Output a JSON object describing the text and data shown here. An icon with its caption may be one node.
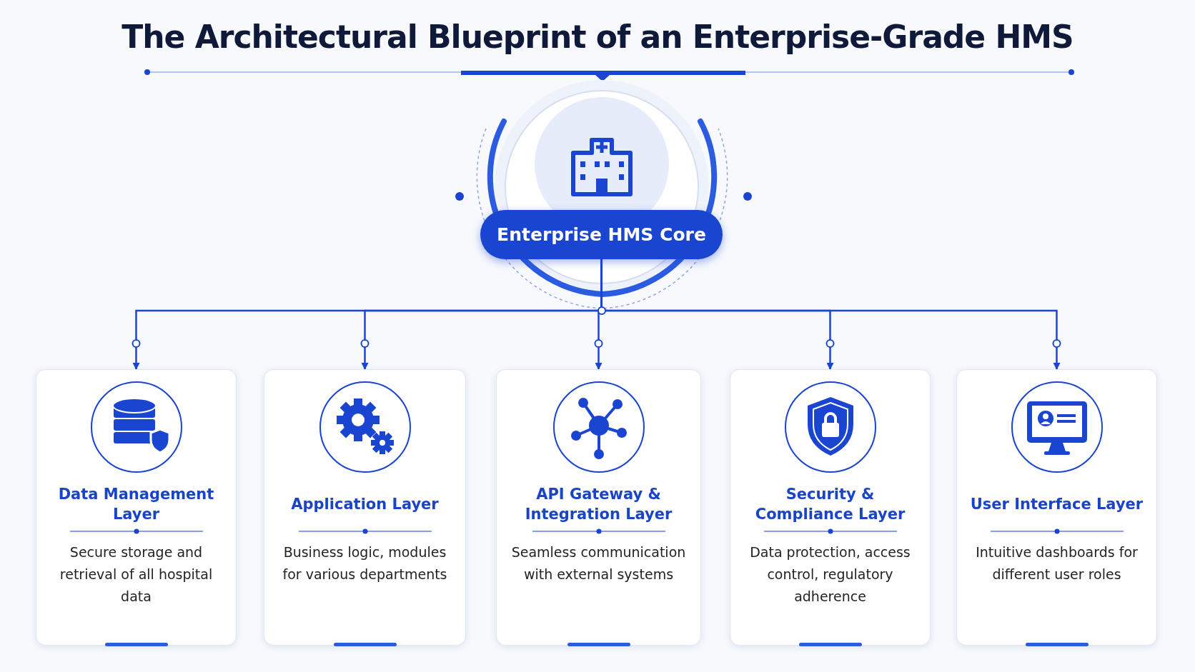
{
  "diagram": {
    "title": "The Architectural Blueprint of an **Enterprise-Grade HMS**",
    "nodes": [
      {
        "text": [
          "Enterprise HMS Core"
        ]
      },
      {
        "text": [
          "Data Management Layer",
          "Secure storage and retrieval of all hospital data"
        ]
      },
      {
        "text": [
          "Application Layer",
          "Business logic, modules for various departments"
        ]
      },
      {
        "text": [
          "API Gateway & Integration Layer",
          "Seamless communication with external systems"
        ]
      },
      {
        "text": [
          "Security & Compliance Layer",
          "Data protection, access control, regulatory adherence"
        ]
      },
      {
        "text": [
          "User Interface Layer",
          "Intuitive dashboards for different user roles"
        ]
      }
    ],
    "edges": [
      {
        "from": 0,
        "to": 1,
        "arrow": "to"
      },
      {
        "from": 0,
        "to": 2,
        "arrow": "to"
      },
      {
        "from": 0,
        "to": 3,
        "arrow": "to"
      },
      {
        "from": 0,
        "to": 4,
        "arrow": "to"
      },
      {
        "from": 0,
        "to": 5,
        "arrow": "to"
      }
    ]
  }
}
